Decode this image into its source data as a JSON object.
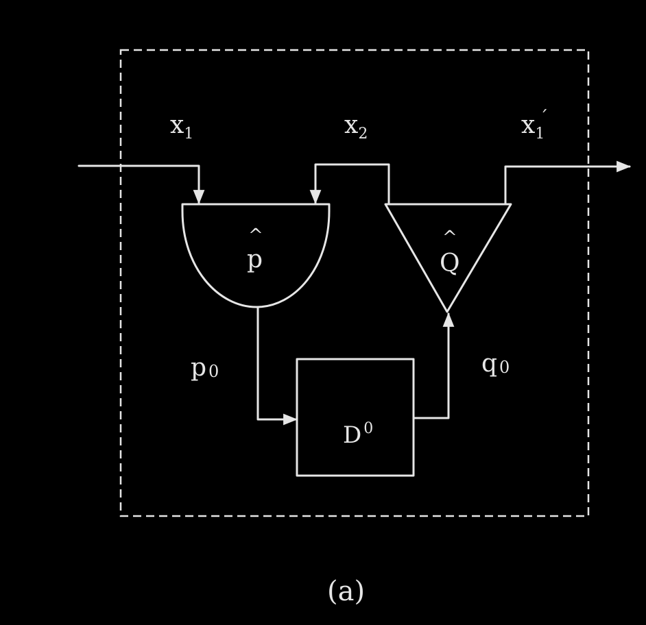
{
  "labels": {
    "x1": "x",
    "x1_sub": "1",
    "x2": "x",
    "x2_sub": "2",
    "x1_prime": "x",
    "x1_prime_sub": "1",
    "x1_prime_mark": "´",
    "p_hat": "p",
    "q_hat": "Q",
    "hat": "^",
    "p0": "p",
    "p0_sub": "0",
    "q0": "q",
    "q0_sub": "0",
    "d0": "D",
    "d0_sup": "0",
    "caption": "(a)"
  },
  "colors": {
    "stroke": "#e6e6e6",
    "background": "#000000"
  }
}
